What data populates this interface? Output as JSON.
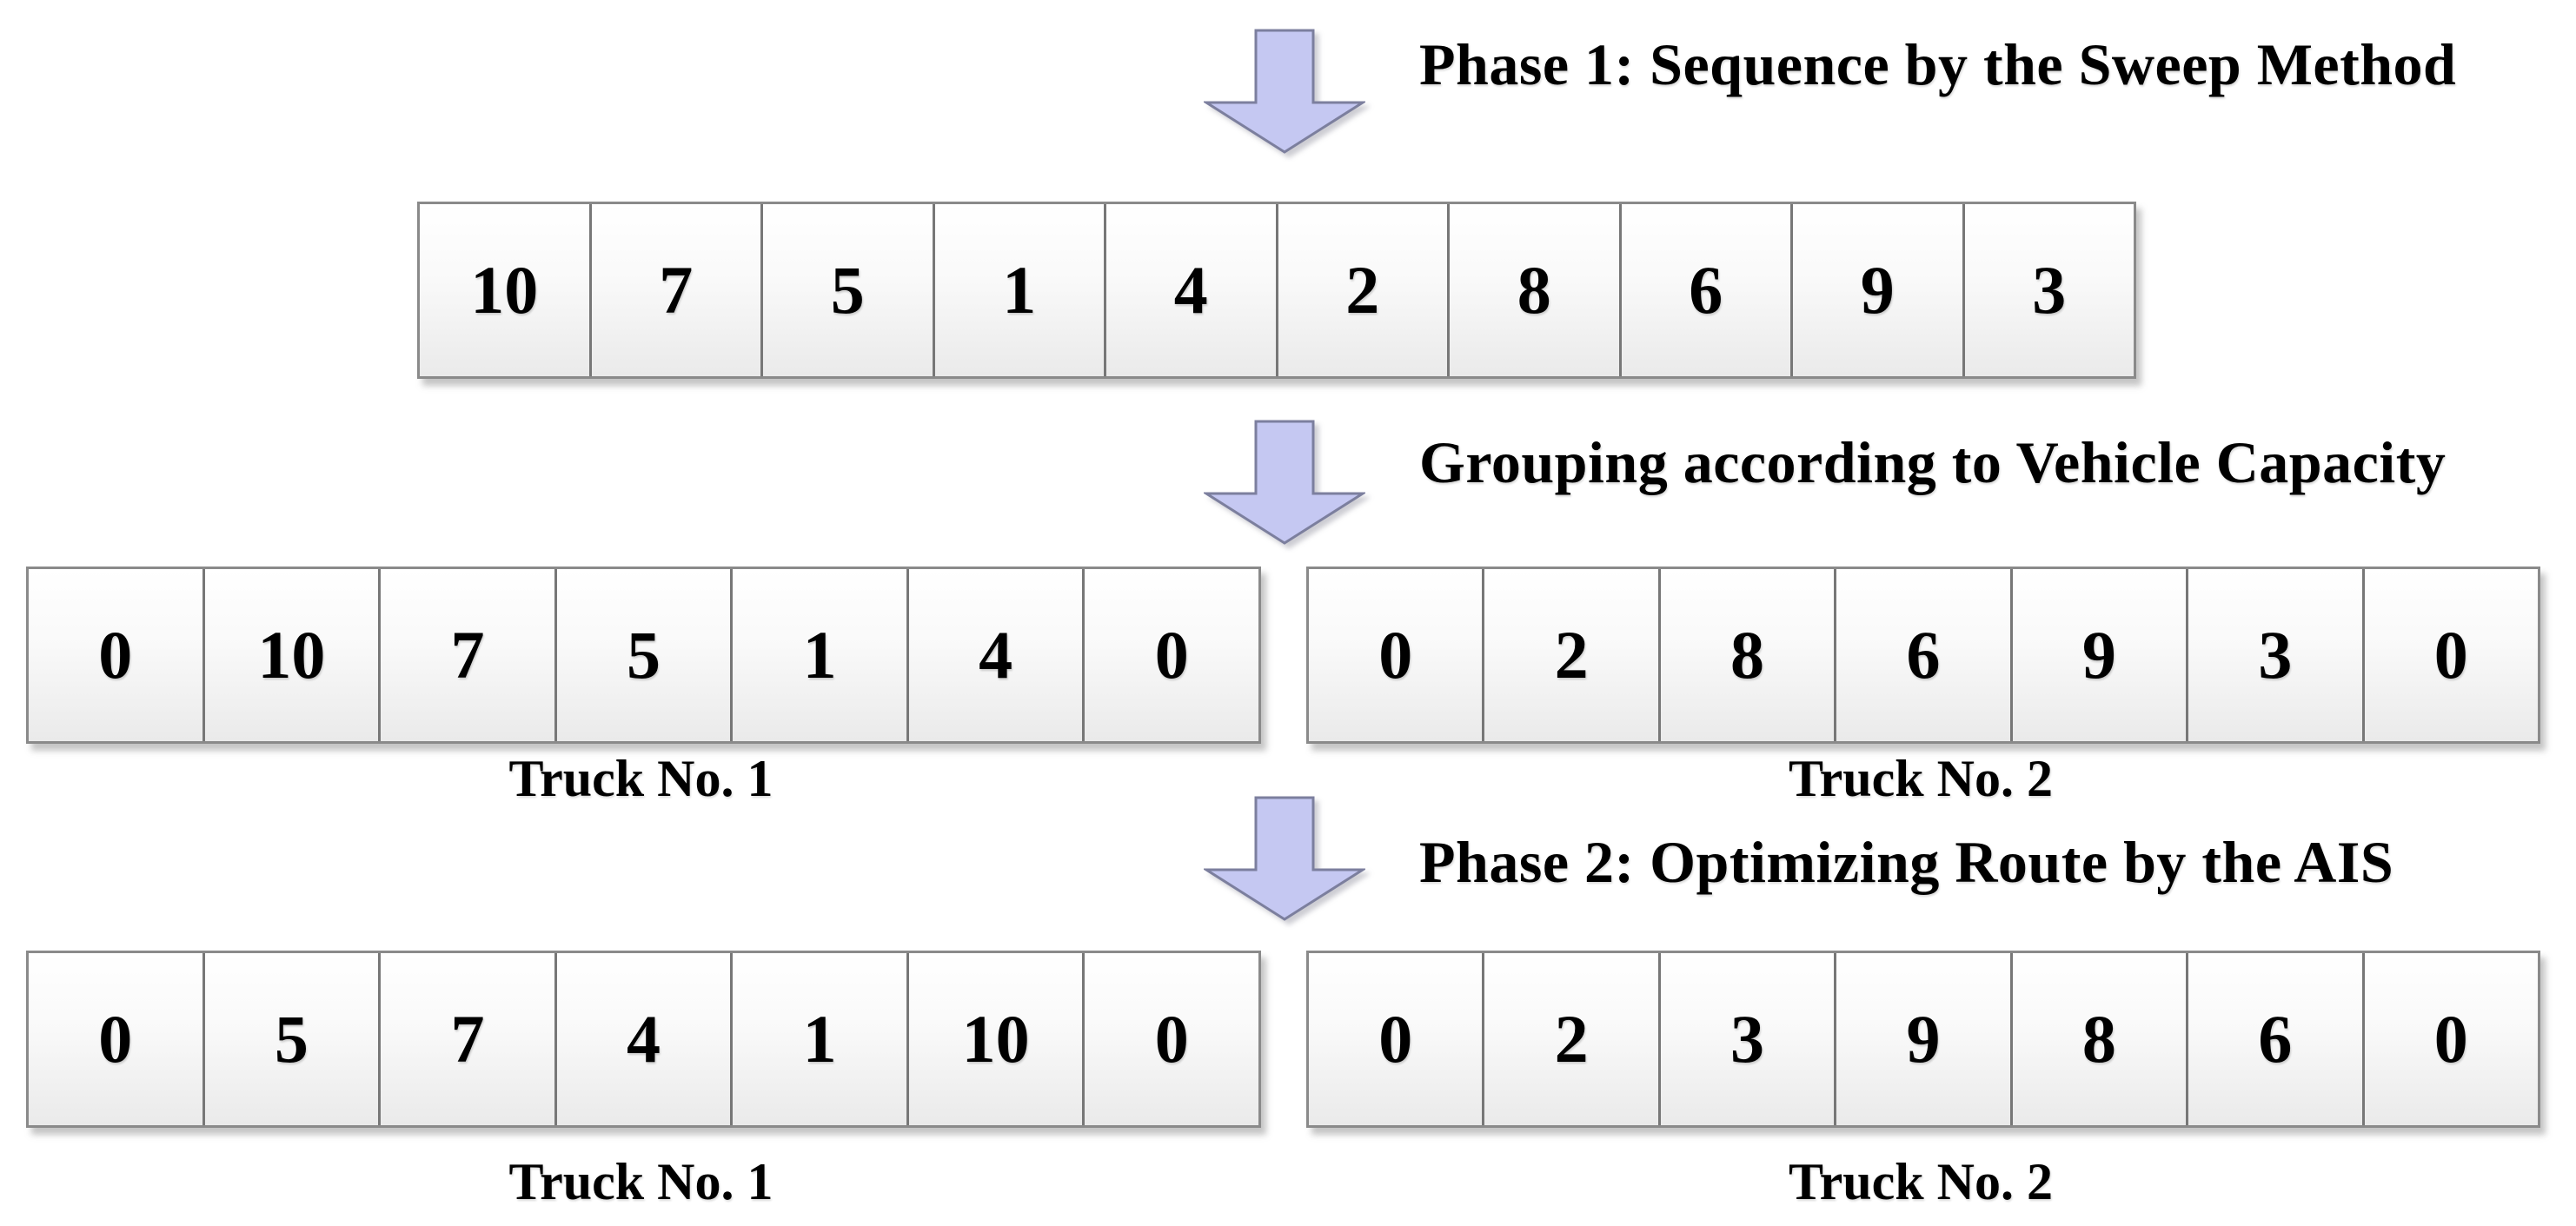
{
  "diagram": {
    "phase1_label": "Phase 1: Sequence by the Sweep Method",
    "grouping_label": "Grouping according to Vehicle Capacity",
    "phase2_label": "Phase 2: Optimizing Route by the AIS",
    "sequence": {
      "cells": [
        "10",
        "7",
        "5",
        "1",
        "4",
        "2",
        "8",
        "6",
        "9",
        "3"
      ]
    },
    "grouped": [
      {
        "caption": "Truck No. 1",
        "cells": [
          "0",
          "10",
          "7",
          "5",
          "1",
          "4",
          "0"
        ]
      },
      {
        "caption": "Truck No. 2",
        "cells": [
          "0",
          "2",
          "8",
          "6",
          "9",
          "3",
          "0"
        ]
      }
    ],
    "optimized": [
      {
        "caption": "Truck No. 1",
        "cells": [
          "0",
          "5",
          "7",
          "4",
          "1",
          "10",
          "0"
        ]
      },
      {
        "caption": "Truck No. 2",
        "cells": [
          "0",
          "2",
          "3",
          "9",
          "8",
          "6",
          "0"
        ]
      }
    ],
    "colors": {
      "arrow_fill": "#c5c8f2",
      "arrow_border": "#7c7f9e",
      "cell_border": "#777777",
      "text": "#000000"
    }
  }
}
